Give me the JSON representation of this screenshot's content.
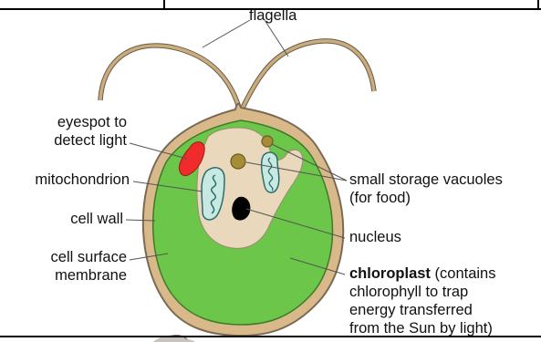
{
  "labels": {
    "flagella": "flagella",
    "eyespot_line1": "eyespot to",
    "eyespot_line2": "detect light",
    "mitochondrion": "mitochondrion",
    "cell_wall": "cell wall",
    "membrane_line1": "cell surface",
    "membrane_line2": "membrane",
    "vacuoles_line1": "small storage vacuoles",
    "vacuoles_line2": "(for food)",
    "nucleus": "nucleus",
    "chloroplast_bold": "chloroplast",
    "chloroplast_rest1": " (contains",
    "chloroplast_line2": "chlorophyll to trap",
    "chloroplast_line3": "energy transferred",
    "chloroplast_line4": "from the Sun by light)"
  },
  "colors": {
    "cell_wall": "#d9b98a",
    "cell_outline": "#7a6a55",
    "chloroplast": "#6cc64a",
    "cytoplasm": "#ead8bc",
    "eyespot": "#ef2b2b",
    "mitochondrion": "#c7e9e2",
    "vacuole": "#a58d38",
    "nucleus": "#000000",
    "flagella": "#c9ad80"
  }
}
